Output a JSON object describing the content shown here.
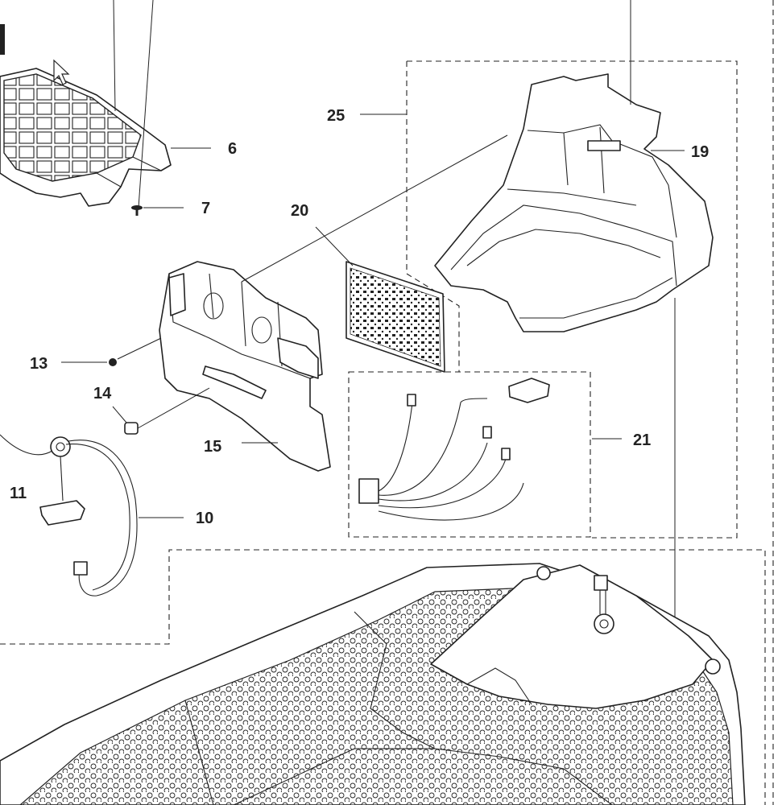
{
  "callouts": {
    "c6": "6",
    "c7": "7",
    "c10": "10",
    "c11": "11",
    "c13": "13",
    "c14": "14",
    "c15": "15",
    "c19": "19",
    "c20": "20",
    "c21": "21",
    "c25": "25"
  },
  "colors": {
    "line": "#222222",
    "background": "#ffffff",
    "shade": "#e8e8e8"
  },
  "cursor": "mouse-pointer-icon"
}
